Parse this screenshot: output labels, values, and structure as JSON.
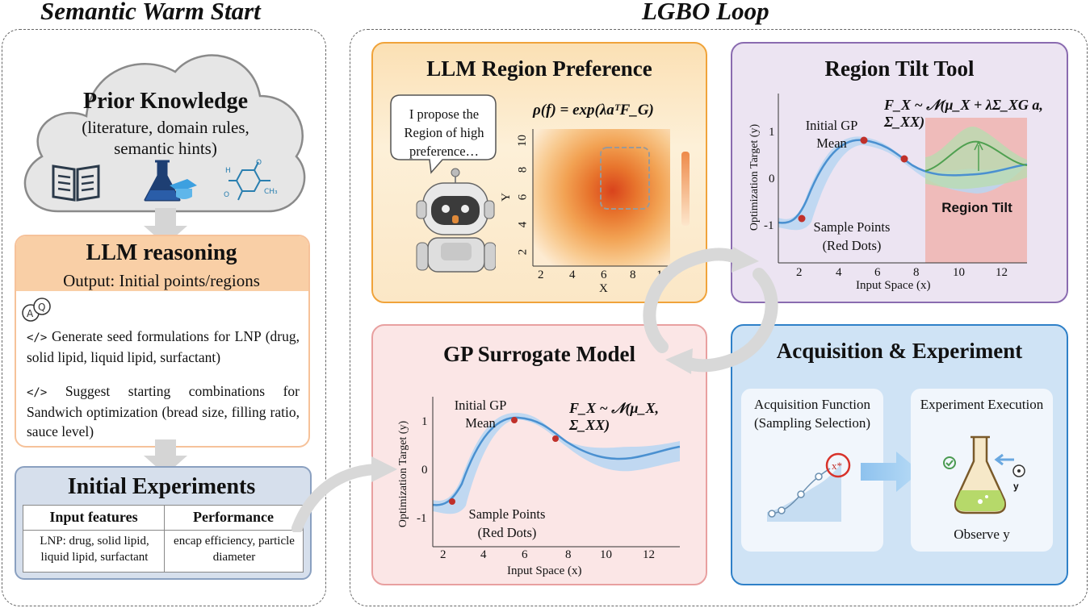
{
  "sections": {
    "left_title": "Semantic Warm Start",
    "right_title": "LGBO Loop"
  },
  "prior": {
    "title": "Prior Knowledge",
    "subtitle": "(literature, domain rules, semantic hints)"
  },
  "reasoning": {
    "title": "LLM reasoning",
    "output": "Output: Initial points/regions",
    "item1_prefix": "</>",
    "item1_text": "Generate seed formulations for LNP (drug, solid lipid, liquid lipid, surfactant)",
    "item2_prefix": "</>",
    "item2_text": "Suggest starting combinations for Sandwich optimization (bread size, filling ratio, sauce level)"
  },
  "initial_exp": {
    "title": "Initial Experiments",
    "headers": [
      "Input features",
      "Performance"
    ],
    "row": [
      "LNP: drug, solid lipid, liquid lipid, surfactant",
      "encap efficiency, particle diameter"
    ]
  },
  "region_pref": {
    "title": "LLM Region Preference",
    "speech": "I propose the Region of high preference…",
    "formula": "ρ(f) = exp(λaᵀF_G)",
    "xlabel": "X",
    "ylabel": "Y",
    "xticks": [
      "2",
      "4",
      "6",
      "8",
      "10"
    ],
    "yticks": [
      "2",
      "4",
      "6",
      "8",
      "10"
    ]
  },
  "tilt": {
    "title": "Region Tilt Tool",
    "formula": "F_X ~ 𝒩(μ_X + λΣ_XG a, Σ_XX)",
    "label_mean": "Initial GP Mean",
    "label_samples": "Sample Points (Red Dots)",
    "label_region": "Region Tilt",
    "xlabel": "Input Space (x)",
    "ylabel": "Optimization Target (y)",
    "xticks": [
      "2",
      "4",
      "6",
      "8",
      "10",
      "12"
    ],
    "yticks": [
      "1",
      "0",
      "-1"
    ]
  },
  "gp": {
    "title": "GP Surrogate Model",
    "formula": "F_X ~ 𝒩(μ_X, Σ_XX)",
    "label_mean": "Initial GP Mean",
    "label_samples": "Sample Points (Red Dots)",
    "xlabel": "Input Space (x)",
    "ylabel": "Optimization Target (y)",
    "xticks": [
      "2",
      "4",
      "6",
      "8",
      "10",
      "12"
    ],
    "yticks": [
      "1",
      "0",
      "-1"
    ]
  },
  "acq": {
    "title": "Acquisition & Experiment",
    "card1": "Acquisition Function (Sampling Selection)",
    "card2": "Experiment Execution",
    "card2_bottom": "Observe y",
    "xstar": "x*",
    "y_symbol": "y"
  },
  "colors": {
    "orange_panel": "#f4a93c",
    "purple_panel": "#8a6bb0",
    "pink_panel": "#e8a0a0",
    "blue_panel": "#2e80c8",
    "gp_line": "#4a90d0",
    "sample_dot": "#c0302a"
  }
}
